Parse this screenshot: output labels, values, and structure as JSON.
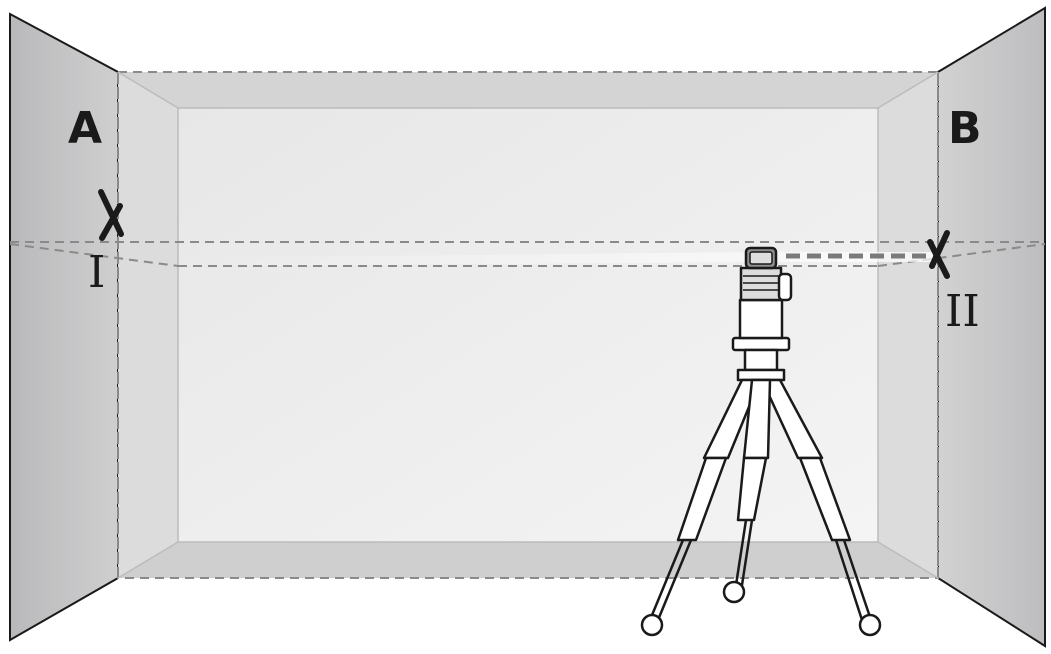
{
  "walls": {
    "left_label": "A",
    "right_label": "B"
  },
  "marks": {
    "point_1_label": "I",
    "point_2_label": "II"
  },
  "colors": {
    "side_wall_dark": "#c8c8ca",
    "side_wall_inner": "#dededf",
    "back_wall": "#efefef",
    "ceiling_floor": "#d2d2d3",
    "outline": "#1a1a1a",
    "dashed_line": "#8a8a8a"
  },
  "icons": {
    "mark": "x-mark-icon",
    "device": "rotary-laser-icon",
    "stand": "tripod-icon"
  }
}
